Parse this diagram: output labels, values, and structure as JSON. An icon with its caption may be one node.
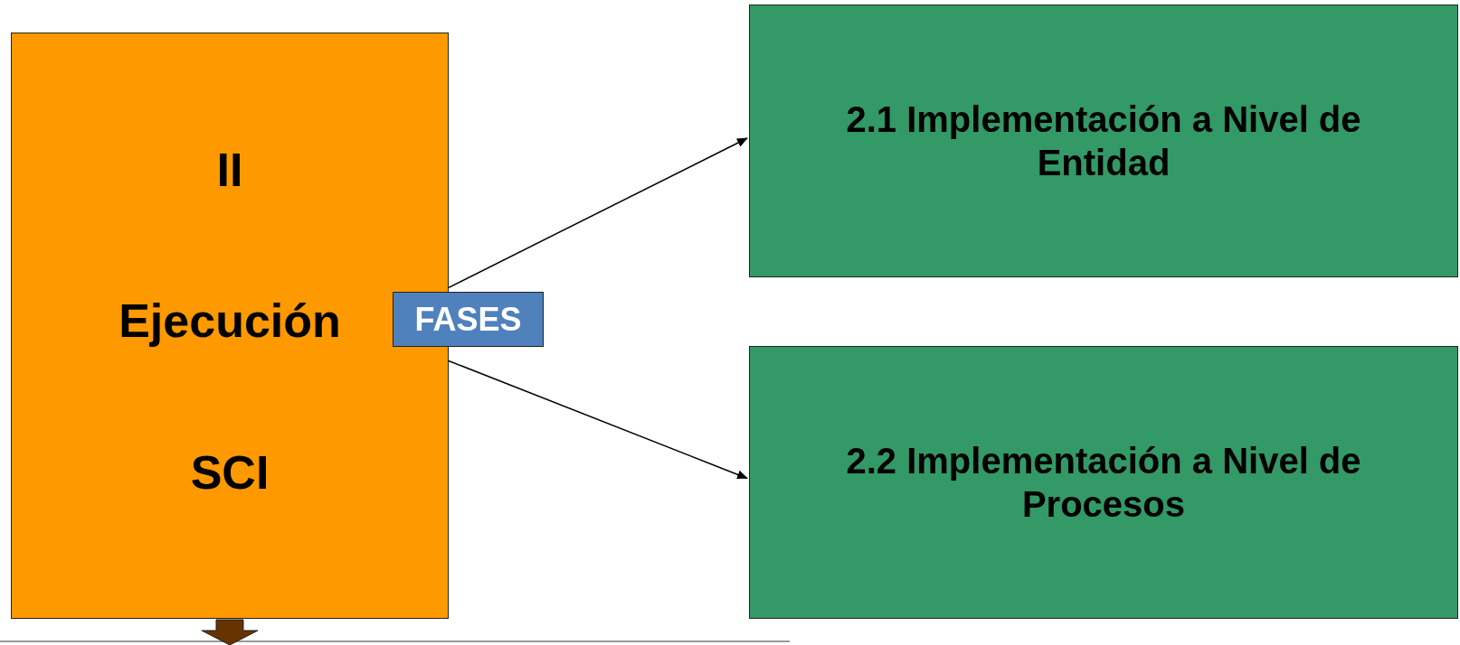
{
  "diagram": {
    "nodes": [
      {
        "text": [
          "II",
          "Ejecución",
          "SCI"
        ]
      },
      {
        "text": [
          "FASES"
        ]
      },
      {
        "text": [
          "2.1 Implementación a Nivel de Entidad"
        ]
      },
      {
        "text": [
          "2.2 Implementación a Nivel de Procesos"
        ]
      }
    ],
    "edges": [
      {
        "from": 0,
        "to": 2,
        "arrow": "to"
      },
      {
        "from": 0,
        "to": 3,
        "arrow": "to"
      },
      {
        "from": 0,
        "to": null,
        "arrow": "to",
        "style": "thick",
        "color": "#663300"
      }
    ]
  }
}
